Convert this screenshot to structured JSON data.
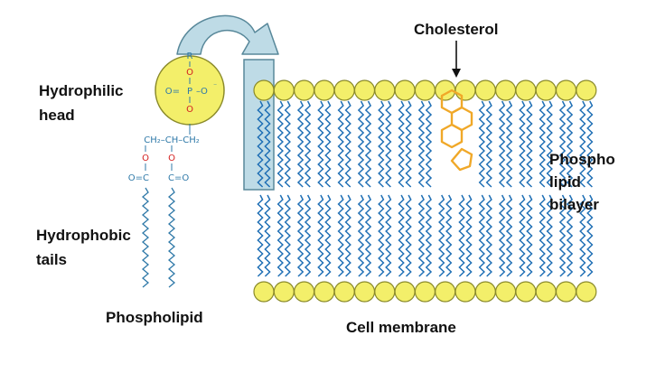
{
  "labels": {
    "hydrophilic_line1": "Hydrophilic",
    "hydrophilic_line2": "head",
    "hydrophobic_line1": "Hydrophobic",
    "hydrophobic_line2": "tails",
    "phospholipid": "Phospholipid",
    "cholesterol": "Cholesterol",
    "bilayer_line1": "Phospho",
    "bilayer_line2": "lipid",
    "bilayer_line3": "bilayer",
    "cell_membrane": "Cell membrane"
  },
  "head_formula": {
    "r": "R",
    "o_top": "O",
    "o_left": "O=",
    "p": "P",
    "o_right": "–O",
    "o_right_charge": "⁻",
    "o_bottom": "O",
    "backbone": "CH₂–CH–CH₂",
    "o_ester_left": "O",
    "o_ester_right": "O",
    "carbonyl_left": "O=C",
    "carbonyl_right": "C=O"
  },
  "colors": {
    "head_fill": "#f3ef6a",
    "head_stroke": "#8a8a2a",
    "tail": "#1f6fb5",
    "formula": "#2f79a8",
    "oxygen": "#d42020",
    "cholesterol": "#f0a828",
    "arrow_fill": "#bedbe6",
    "arrow_stroke": "#58889a"
  }
}
